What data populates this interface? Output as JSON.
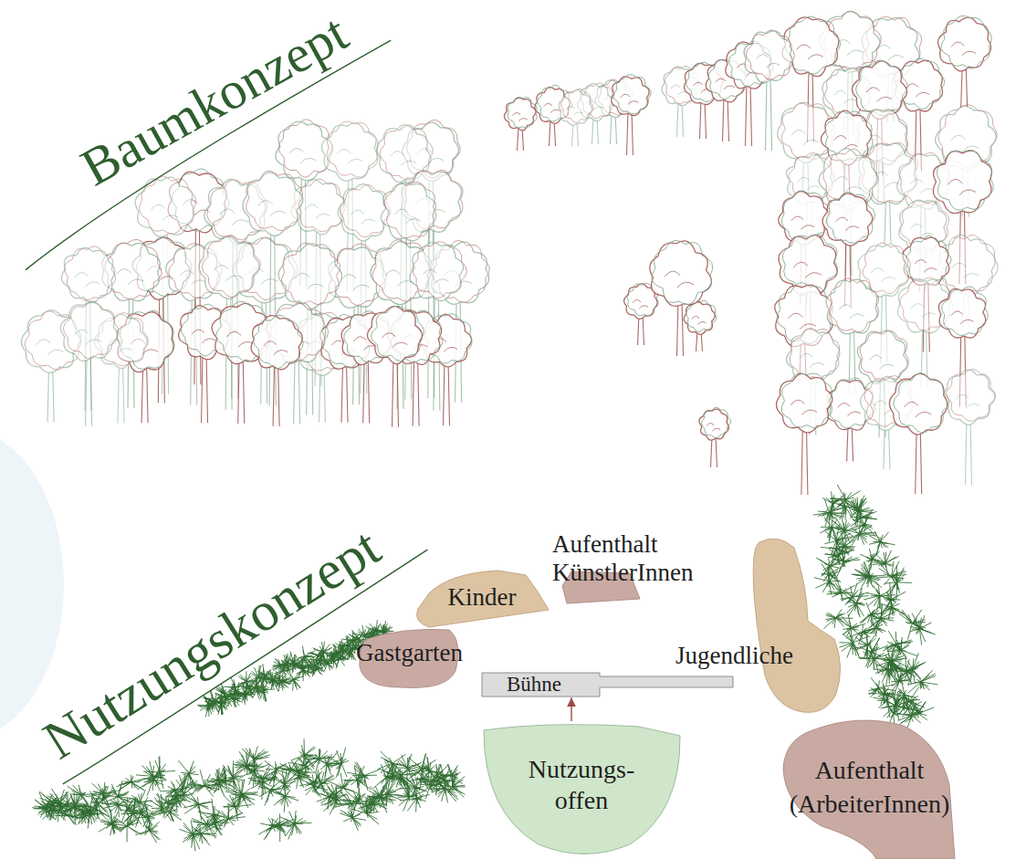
{
  "diagram": {
    "nodes": [
      {
        "text": [
          "Aufenthalt KünstlerInnen"
        ]
      },
      {
        "text": [
          "Kinder"
        ]
      },
      {
        "text": [
          "Gastgarten"
        ]
      },
      {
        "text": [
          "Jugendliche"
        ]
      },
      {
        "text": [
          "Bühne"
        ]
      },
      {
        "text": [
          "Nutzungs- offen"
        ]
      },
      {
        "text": [
          "Aufenthalt (ArbeiterInnen)"
        ]
      }
    ],
    "edges": [
      {
        "from": 5,
        "to": 4,
        "arrow": "to"
      }
    ],
    "labels": [
      "Baumkonzept",
      "Nutzungskonzept"
    ]
  }
}
